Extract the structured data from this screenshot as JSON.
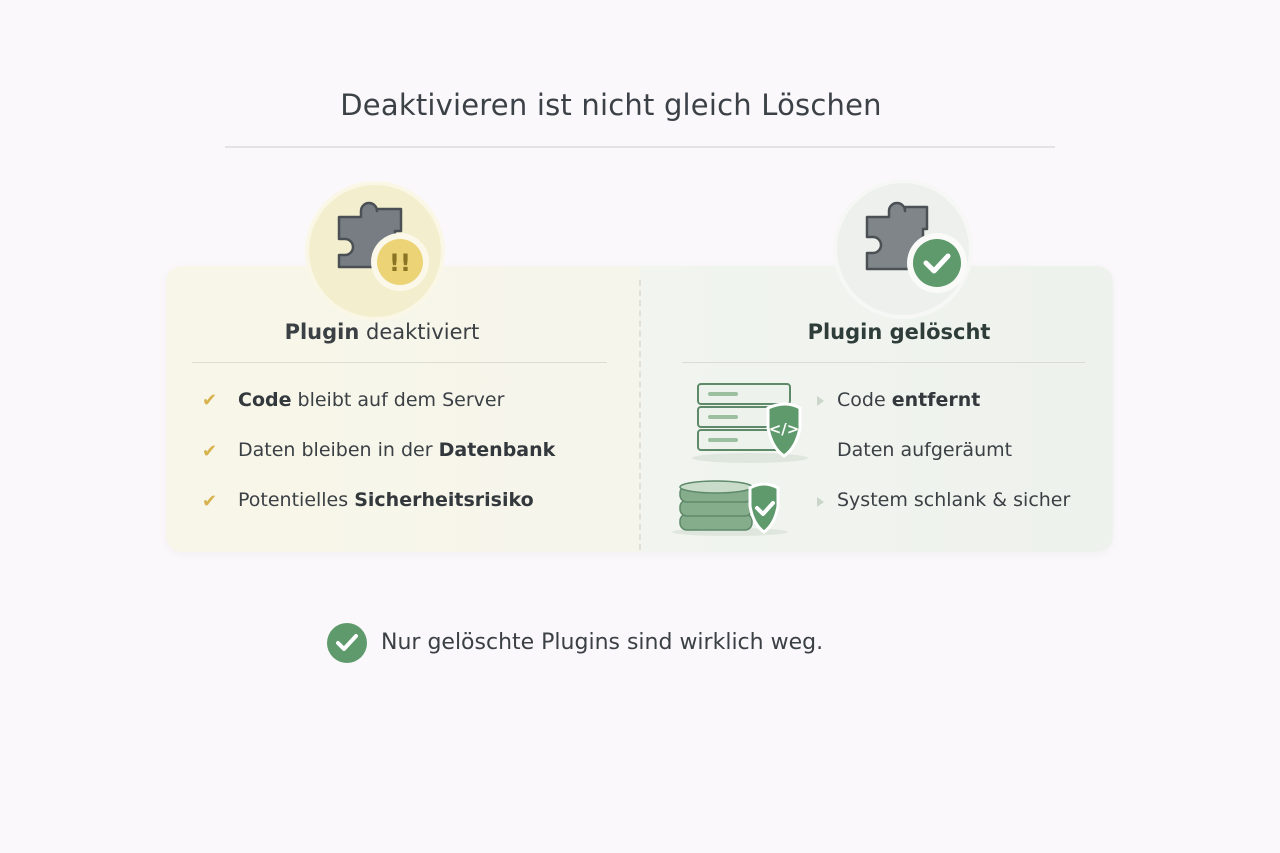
{
  "title": "Deaktivieren ist nicht gleich Löschen",
  "colors": {
    "accent_green": "#5e9a6c",
    "accent_yellow": "#e8cf6a",
    "puzzle_gray": "#7a8086"
  },
  "left": {
    "heading_bold": "Plugin",
    "heading_rest": " deaktiviert",
    "icon": "puzzle-warning-icon",
    "badge": "!!",
    "items": [
      {
        "bold": "Code",
        "rest": " bleibt auf dem Server",
        "icon": "check-icon"
      },
      {
        "pre": "Daten bleiben in der ",
        "bold": "Datenbank",
        "icon": "check-icon"
      },
      {
        "pre": "Potentielles ",
        "bold": "Sicherheitsrisiko",
        "icon": "check-icon"
      }
    ]
  },
  "right": {
    "heading": "Plugin gelöscht",
    "icon": "puzzle-check-icon",
    "items": [
      {
        "pre": "Code ",
        "bold": "entfernt"
      },
      {
        "pre": "Daten aufgeräumt"
      },
      {
        "pre": "System schlank & sicher"
      }
    ],
    "illustrations": [
      "server-code-shield-icon",
      "database-shield-icon"
    ]
  },
  "footer": {
    "text": "Nur gelöschte Plugins sind wirklich weg.",
    "icon": "check-circle-icon"
  }
}
